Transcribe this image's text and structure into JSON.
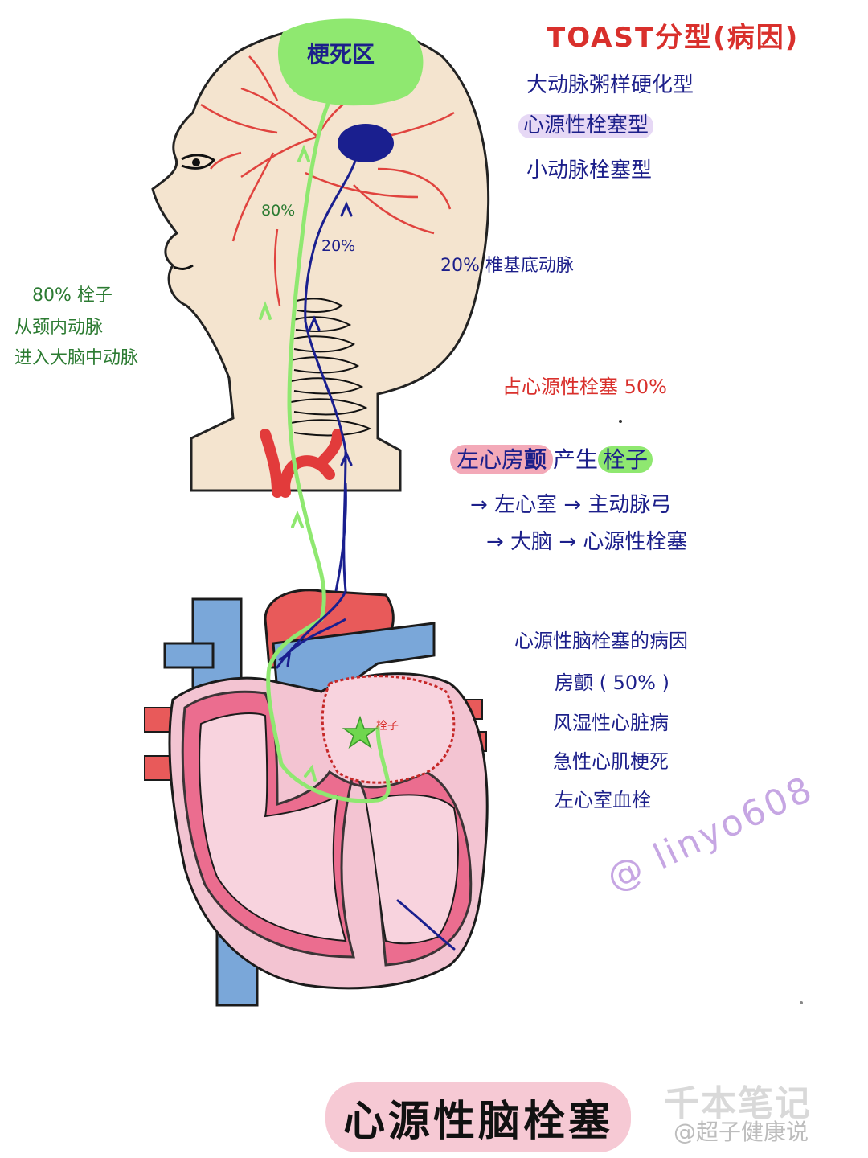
{
  "labels": {
    "infarct_zone": "梗死区",
    "pct_carotid": "80%",
    "pct_vertebral": "20%",
    "embolus": "栓子"
  },
  "toast": {
    "heading": "TOAST分型(病因)",
    "items": [
      "大动脉粥样硬化型",
      "心源性栓塞型",
      "小动脉栓塞型"
    ]
  },
  "notes": {
    "vertebral": "20% 椎基底动脉",
    "carotid_lines": [
      "80% 栓子",
      "从颈内动脉",
      "进入大脑中动脉"
    ],
    "share": "占心源性栓塞 50%",
    "af_pre": "左心房",
    "af_mid": "颤",
    "af_post": "产生",
    "af_embolus": "栓子",
    "flow_1": "→ 左心室 → 主动脉弓",
    "flow_2": "→ 大脑 → 心源性栓塞"
  },
  "causes": {
    "heading": "心源性脑栓塞的病因",
    "items": [
      "房颤 ( 50% )",
      "风湿性心脏病",
      "急性心肌梗死",
      "左心室血栓"
    ]
  },
  "watermark": "@ linyo608",
  "page_title": "心源性脑栓塞",
  "logo": {
    "line1": "千本笔记",
    "line2": "@超子健康说"
  },
  "colors": {
    "navy": "#1c1f8a",
    "red": "#d9302c",
    "green": "#2c7b32",
    "lime": "#8fe870",
    "skin": "#f4e4cf",
    "heart_pink": "#f3c4d2",
    "heart_wall": "#ea5e84",
    "vein_blue": "#7aa7d9",
    "artery_red": "#e23b3b"
  }
}
